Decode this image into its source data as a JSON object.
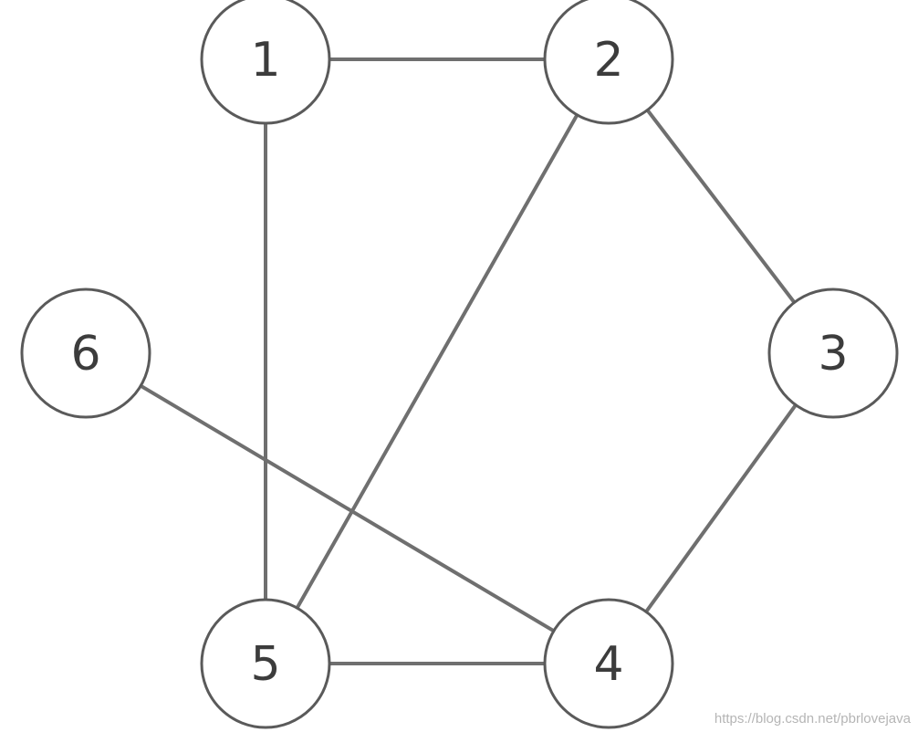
{
  "nodes": [
    {
      "id": "1",
      "label": "1"
    },
    {
      "id": "2",
      "label": "2"
    },
    {
      "id": "3",
      "label": "3"
    },
    {
      "id": "4",
      "label": "4"
    },
    {
      "id": "5",
      "label": "5"
    },
    {
      "id": "6",
      "label": "6"
    }
  ],
  "edges": [
    {
      "from": "1",
      "to": "2"
    },
    {
      "from": "1",
      "to": "5"
    },
    {
      "from": "2",
      "to": "3"
    },
    {
      "from": "2",
      "to": "5"
    },
    {
      "from": "3",
      "to": "4"
    },
    {
      "from": "5",
      "to": "4"
    },
    {
      "from": "6",
      "to": "4"
    }
  ],
  "watermark": "https://blog.csdn.net/pbrlovejava",
  "colors": {
    "edge": "#6f6f6f",
    "node_stroke": "#5a5a5a",
    "label": "#3c3c3c"
  }
}
